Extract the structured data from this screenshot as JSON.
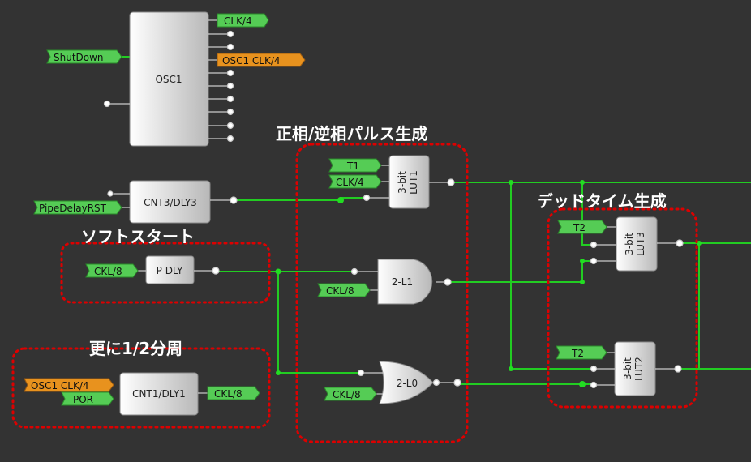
{
  "colors": {
    "background": "#333333",
    "wire": "#22cc22",
    "tag_green": "#55cc55",
    "tag_orange": "#e8921e",
    "annotation_border": "#dd0000"
  },
  "blocks": {
    "osc1": "OSC1",
    "cnt3": "CNT3/DLY3",
    "pdly": "P DLY",
    "cnt1": "CNT1/DLY1",
    "lut1_a": "3-bit",
    "lut1_b": "LUT1",
    "l1": "2-L1",
    "l0": "2-L0",
    "lut3_a": "3-bit",
    "lut3_b": "LUT3",
    "lut2_a": "3-bit",
    "lut2_b": "LUT2"
  },
  "tags": {
    "clk4_out": "CLK/4",
    "osc1clk4_out": "OSC1 CLK/4",
    "shutdown": "ShutDown",
    "pipedelayrst": "PipeDelayRST",
    "ckl8_pdly": "CKL/8",
    "t1": "T1",
    "clk4_lut1": "CLK/4",
    "ckl8_l1": "CKL/8",
    "ckl8_l0": "CKL/8",
    "osc1clk4_cnt1": "OSC1 CLK/4",
    "por": "POR",
    "ckl8_out": "CKL/8",
    "t2_lut3": "T2",
    "t2_lut2": "T2"
  },
  "annotations": {
    "phase_pulse": "正相/逆相パルス生成",
    "soft_start": "ソフトスタート",
    "dead_time": "デッドタイム生成",
    "half_div": "更に1/2分周"
  }
}
